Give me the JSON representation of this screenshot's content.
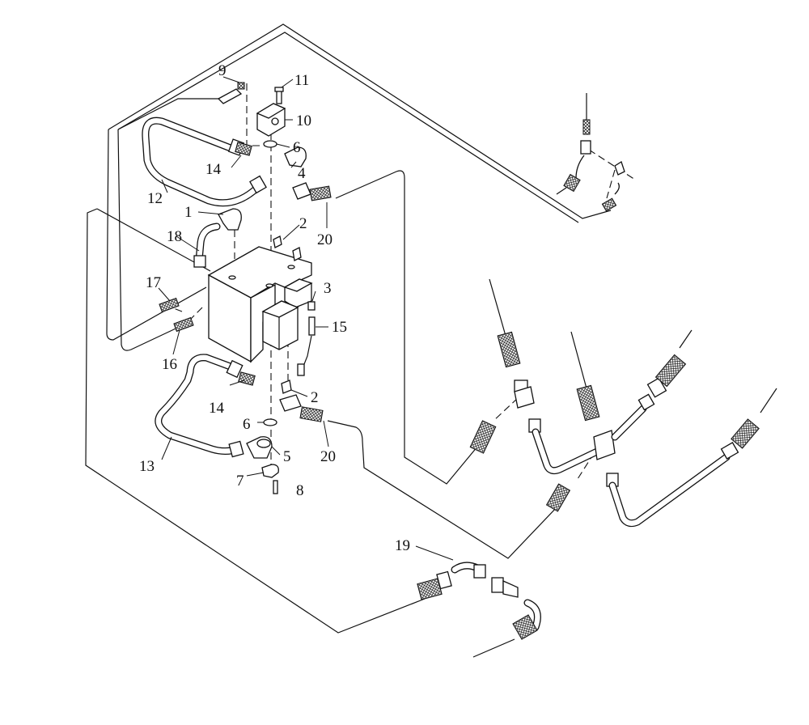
{
  "labels": {
    "l1": "1",
    "l2a": "2",
    "l2b": "2",
    "l3": "3",
    "l4": "4",
    "l5": "5",
    "l6a": "6",
    "l6b": "6",
    "l7": "7",
    "l8": "8",
    "l9": "9",
    "l10": "10",
    "l11": "11",
    "l12": "12",
    "l13": "13",
    "l14a": "14",
    "l14b": "14",
    "l15": "15",
    "l16": "16",
    "l17": "17",
    "l18": "18",
    "l19": "19",
    "l20a": "20",
    "l20b": "20"
  }
}
